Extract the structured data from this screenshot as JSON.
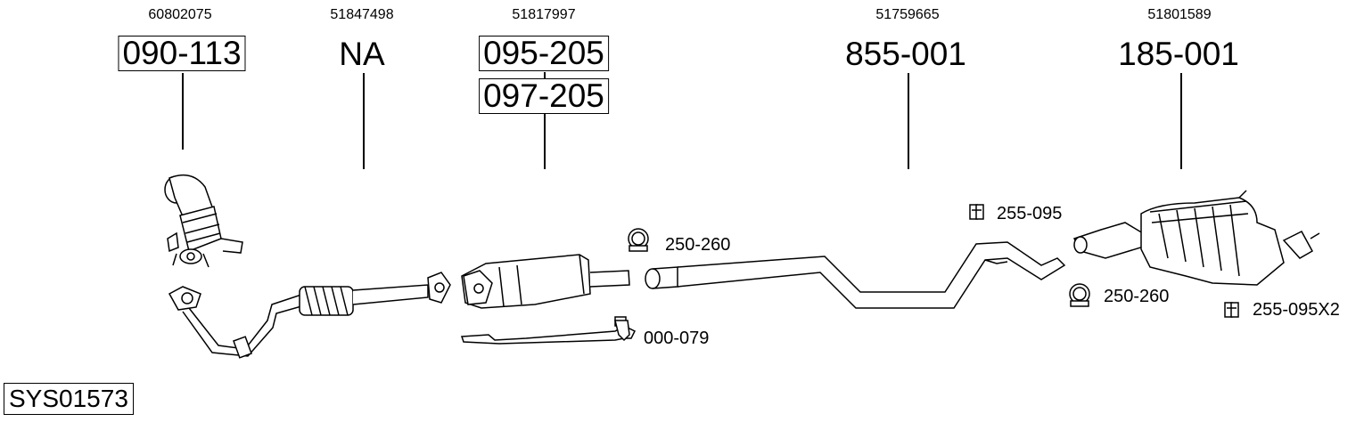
{
  "oem_numbers": {
    "catalyst": "60802075",
    "front_pipe": "51847498",
    "dpf": "51817997",
    "middle_pipe": "51759665",
    "rear_silencer": "51801589"
  },
  "part_numbers": {
    "catalyst": "090-113",
    "front_pipe": "NA",
    "dpf": "095-205",
    "dpf_alt": "097-205",
    "middle_pipe": "855-001",
    "rear_silencer": "185-001"
  },
  "callouts": {
    "clamp_front": "250-260",
    "clamp_rear": "250-260",
    "hanger_single": "255-095",
    "hanger_double": "255-095X2",
    "sensor": "000-079"
  },
  "system_id": "SYS01573"
}
